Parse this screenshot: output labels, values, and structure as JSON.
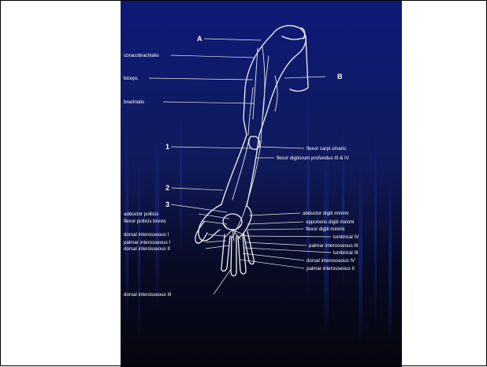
{
  "diagram": {
    "left_labels": {
      "coracobrachialis": "coracobrachialis",
      "biceps": "biceps",
      "brachialis": "brachialis",
      "adductor_pollicis": "adductor pollicis",
      "flexor_pollicis_brevis": "flexor pollicis brevis",
      "dorsal_interosseous_1": "dorsal interosseous I",
      "palmar_interosseous_1": "palmar interosseous I",
      "dorsal_interosseous_2": "dorsal interosseous II",
      "dorsal_interosseous_3": "dorsal interosseous III"
    },
    "right_labels": {
      "flexor_carpi_ulnaris": "flexor carpi ulnaris",
      "flexor_digitorum_profundus": "flexor digitorum profundus III & IV",
      "abductor_digiti_minimi": "abductor digiti minimi",
      "opponens_digiti_minimi": "opponens digiti minimi",
      "flexor_digiti_minimi": "flexor digiti minimi",
      "lumbrical_4": "lumbrical IV",
      "palmar_interosseous_3": "palmar interosseous III",
      "lumbrical_3": "lumbrical III",
      "dorsal_interosseous_4": "dorsal interosseous IV",
      "palmar_interosseous_2": "palmar interosseous II"
    },
    "markers": {
      "a": "A",
      "b": "B",
      "one": "1",
      "two": "2",
      "three": "3"
    },
    "colors": {
      "background_top": "#0e1a78",
      "background_mid": "#101a5a",
      "background_bottom": "#05060d",
      "lines": "#f2f2f2",
      "frame": "#000000"
    }
  }
}
